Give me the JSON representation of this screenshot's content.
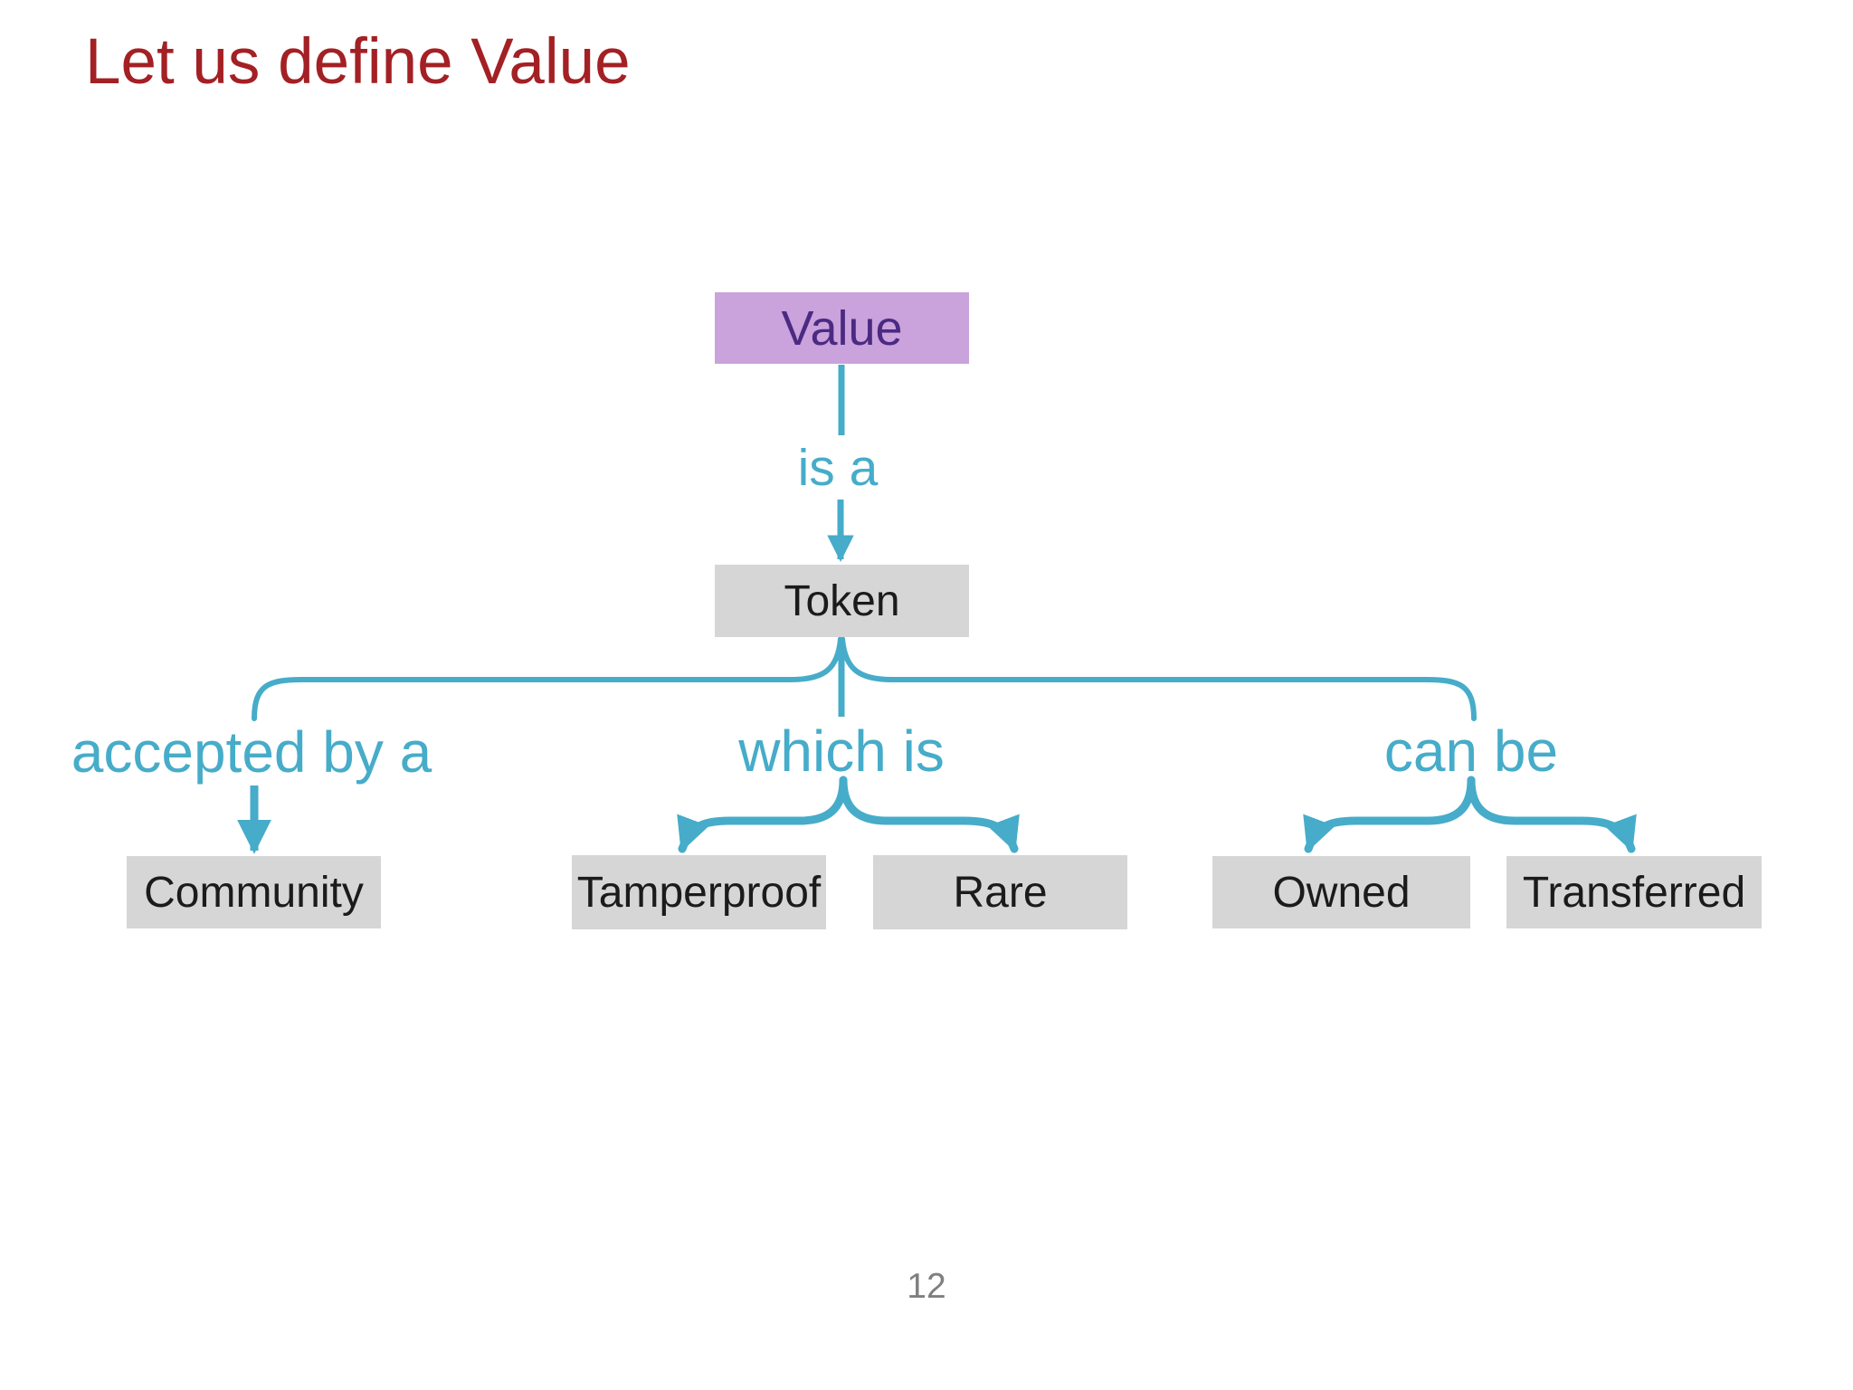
{
  "slide": {
    "title": "Let us define Value",
    "page_number": "12"
  },
  "colors": {
    "title_red": "#A32024",
    "connector_teal": "#46ACC9",
    "value_node_fill": "#CAA2DC",
    "value_node_text": "#4B2A82",
    "node_fill": "#D6D6D6",
    "node_text": "#1B1B1B",
    "page_number_gray": "#7F7F7F"
  },
  "diagram": {
    "nodes": {
      "value": "Value",
      "token": "Token",
      "community": "Community",
      "tamperproof": "Tamperproof",
      "rare": "Rare",
      "owned": "Owned",
      "transferred": "Transferred"
    },
    "edge_labels": {
      "is_a": "is a",
      "accepted_by_a": "accepted by a",
      "which_is": "which is",
      "can_be": "can be"
    }
  }
}
